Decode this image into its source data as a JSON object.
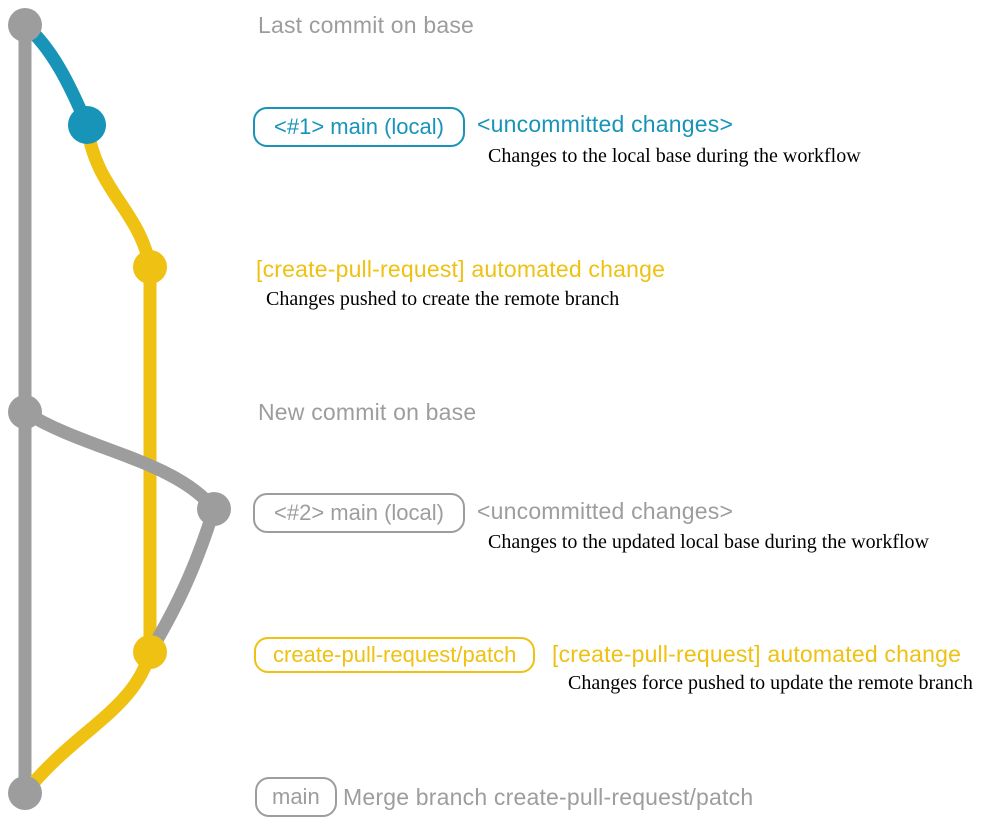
{
  "colors": {
    "gray": "#9d9d9d",
    "blue": "#1794b8",
    "yellow": "#eec112",
    "ink": "#000000",
    "bg": "#ffffff"
  },
  "graph": {
    "branch_lines": [
      {
        "name": "base-branch-line",
        "color": "#9d9d9d"
      },
      {
        "name": "local-main-segment",
        "color": "#1794b8"
      },
      {
        "name": "create-pull-request-patch-branch",
        "color": "#eec112"
      }
    ],
    "commit_dots": [
      {
        "name": "last-commit-on-base-dot",
        "color": "#9d9d9d"
      },
      {
        "name": "local-main-1-dot",
        "color": "#1794b8"
      },
      {
        "name": "patch-commit-1-dot",
        "color": "#eec112"
      },
      {
        "name": "new-commit-on-base-dot",
        "color": "#9d9d9d"
      },
      {
        "name": "local-main-2-dot",
        "color": "#9d9d9d"
      },
      {
        "name": "patch-commit-2-dot",
        "color": "#eec112"
      },
      {
        "name": "merge-commit-dot",
        "color": "#9d9d9d"
      }
    ]
  },
  "sections": {
    "s1": {
      "heading": "Last commit on base"
    },
    "s2": {
      "badge": "<#1> main (local)",
      "note": "<uncommitted changes>",
      "detail": "Changes to the local base during the workflow"
    },
    "s3": {
      "heading": "[create-pull-request] automated change",
      "detail": "Changes pushed to create the remote branch"
    },
    "s4": {
      "heading": "New commit on base"
    },
    "s5": {
      "badge": "<#2> main (local)",
      "note": "<uncommitted changes>",
      "detail": "Changes to the updated local base during the workflow"
    },
    "s6": {
      "badge": "create-pull-request/patch",
      "heading": "[create-pull-request] automated change",
      "detail": "Changes force pushed to update the remote branch"
    },
    "s7": {
      "badge": "main",
      "heading": "Merge branch create-pull-request/patch"
    }
  }
}
